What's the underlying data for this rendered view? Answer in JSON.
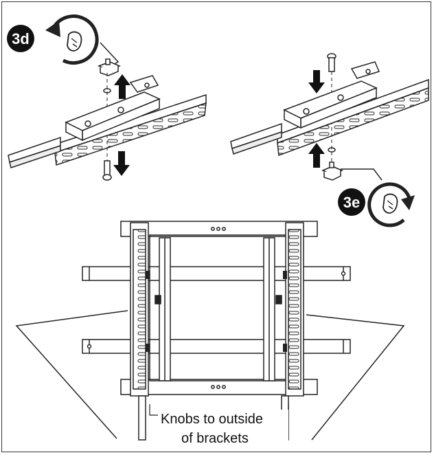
{
  "steps": {
    "left_label": "3d",
    "right_label": "3e"
  },
  "caption": {
    "line1": "Knobs to outside",
    "line2": "of brackets"
  }
}
